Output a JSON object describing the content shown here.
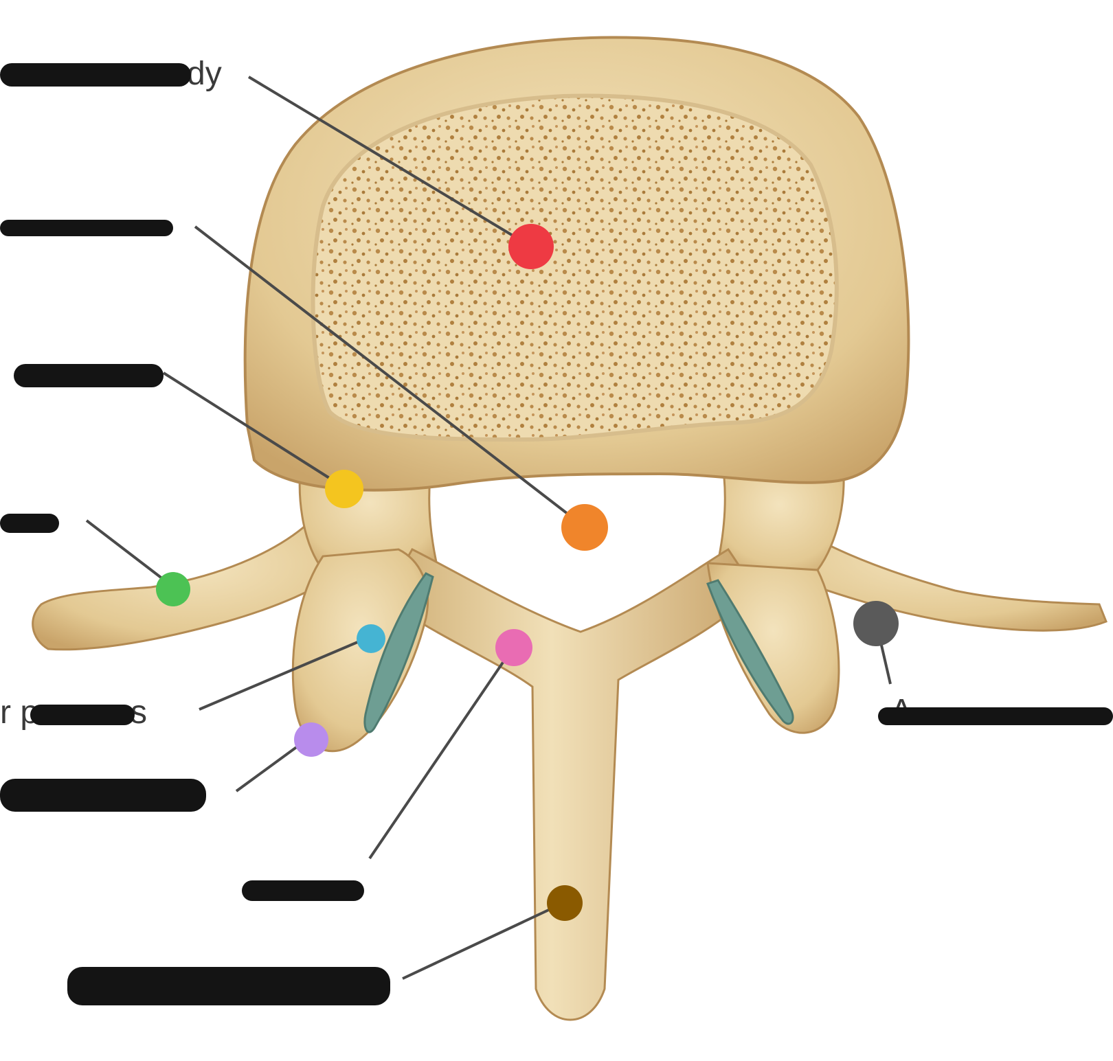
{
  "labels": {
    "vertebral_body_tail": "dy",
    "vertebral_foramen_tail": "",
    "pedicle_tail": "",
    "transverse_process_tail": "",
    "articular_process_fragment": "r pr",
    "articular_process_tail": "s",
    "accessory_process_head": "A",
    "lamina_head": ""
  },
  "colors": {
    "red": "#ee3a43",
    "orange": "#f0852b",
    "yellow": "#f4c51f",
    "green": "#4cc254",
    "cyan": "#45b4d3",
    "pink": "#e96cb3",
    "purple": "#b88cec",
    "brown": "#8a5a00",
    "gray": "#5a5a5a",
    "bone": "#e7d2a2",
    "bone_dark": "#c59d5e",
    "cartilage": "#6e9e93"
  }
}
